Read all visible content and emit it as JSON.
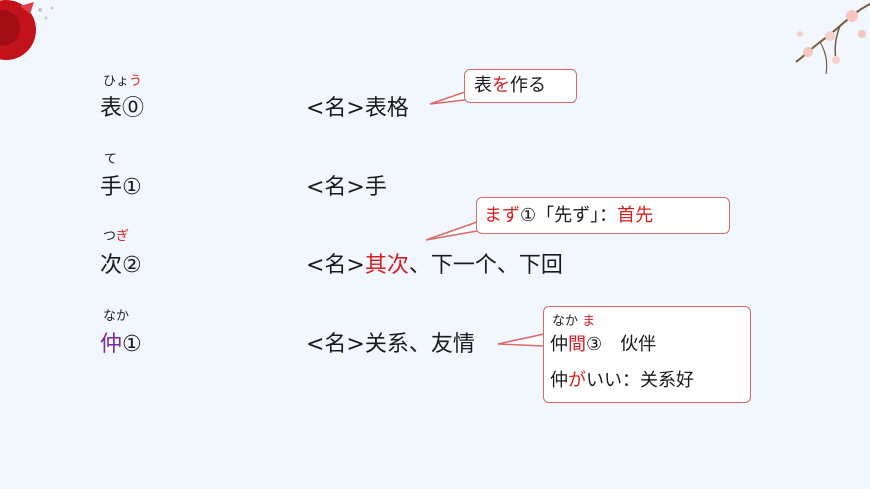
{
  "colors": {
    "accent_red": "#d42020",
    "accent_purple": "#7a2a9a",
    "callout_border": "#d86a6a"
  },
  "decorations": {
    "top_left": "red-flower-icon",
    "top_right": "plum-blossom-icon"
  },
  "entries": [
    {
      "ruby": [
        "ひょ",
        "う"
      ],
      "word": "表",
      "accent": "⓪",
      "pos": "<名>",
      "meaning": "表格",
      "callout": [
        "表",
        "を",
        "作る"
      ]
    },
    {
      "ruby": [
        "て"
      ],
      "word": "手",
      "accent": "①",
      "pos": "<名>",
      "meaning": "手"
    },
    {
      "ruby": [
        "つ",
        "ぎ"
      ],
      "word": "次",
      "accent": "②",
      "pos": "<名>",
      "meaning_highlight": "其次",
      "meaning_rest": "、下一个、下回",
      "callout": [
        "まず",
        "①「先ず」：",
        "首先"
      ]
    },
    {
      "ruby": [
        "なか"
      ],
      "word": "仲",
      "accent": "①",
      "pos": "<名>",
      "meaning": "关系、友情",
      "callout": {
        "ruby": [
          "なか",
          "ま"
        ],
        "line1": [
          "仲",
          "間",
          "③　伙伴"
        ],
        "line2": [
          "仲",
          "が",
          "いい：关系好"
        ]
      }
    }
  ]
}
